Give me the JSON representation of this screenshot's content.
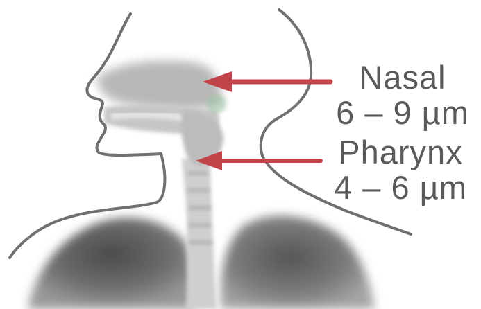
{
  "labels": {
    "nasal": {
      "name": "Nasal",
      "size": "6 – 9 µm"
    },
    "pharynx": {
      "name": "Pharynx",
      "size": "4 – 6 µm"
    }
  },
  "colors": {
    "arrow": "#c0444a",
    "outline": "#707070",
    "label_text": "#5a5a5a",
    "tissue": "#bdbdbd",
    "lung": "#6a6a6a"
  }
}
